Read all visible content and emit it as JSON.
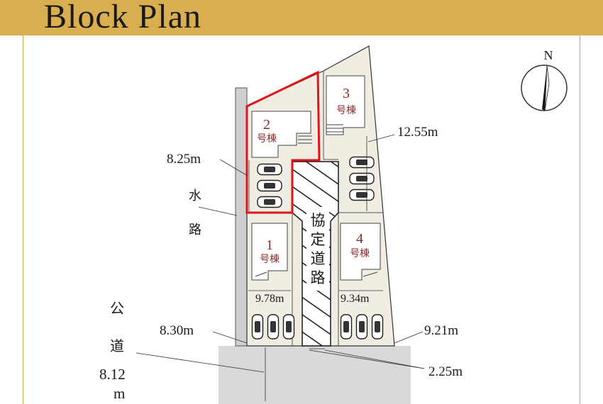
{
  "header": {
    "title": "Block Plan"
  },
  "compass": {
    "label": "N"
  },
  "units": [
    {
      "number": "1",
      "label": "号棟"
    },
    {
      "number": "2",
      "label": "号棟"
    },
    {
      "number": "3",
      "label": "号棟"
    },
    {
      "number": "4",
      "label": "号棟"
    }
  ],
  "road_labels": {
    "waterway_1": "水",
    "waterway_2": "路",
    "agreement_road_1": "協",
    "agreement_road_2": "定",
    "agreement_road_3": "道",
    "agreement_road_4": "路",
    "public_road_1": "公",
    "public_road_2": "道"
  },
  "dimensions": {
    "d_8_25": "8.25m",
    "d_12_55": "12.55m",
    "d_9_78": "9.78m",
    "d_9_34": "9.34m",
    "d_8_30": "8.30m",
    "d_9_21": "9.21m",
    "d_2_25": "2.25m",
    "road_width_1": "8.12",
    "road_width_2": "m"
  },
  "colors": {
    "banner": "#d8ae4e",
    "lot_fill": "#f1ede3",
    "highlight": "#e0141b",
    "unit_text": "#8b2c2c",
    "road_fill": "#d9d9d9"
  }
}
